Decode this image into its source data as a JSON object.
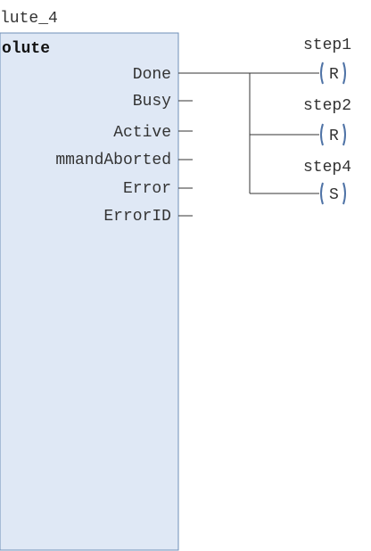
{
  "instance_name": "lute_4",
  "block": {
    "type_label": "olute",
    "outputs": [
      "Done",
      "Busy",
      "Active",
      "mmandAborted",
      "Error",
      "ErrorID"
    ]
  },
  "coils": [
    {
      "label": "step1",
      "symbol": "R"
    },
    {
      "label": "step2",
      "symbol": "R"
    },
    {
      "label": "step4",
      "symbol": "S"
    }
  ],
  "colors": {
    "block_fill": "#dfe8f5",
    "block_border": "#6f8fb8",
    "wire": "#333333",
    "coil_bracket": "#4f73a6"
  }
}
